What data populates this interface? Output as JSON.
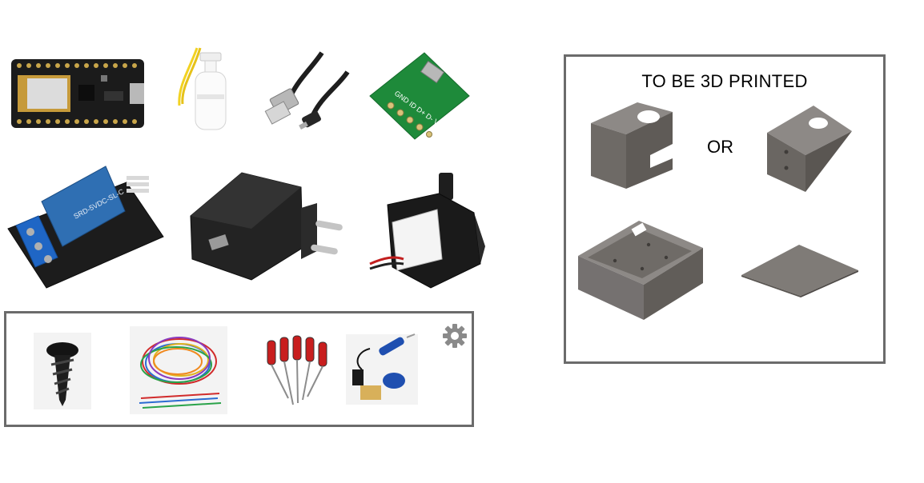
{
  "print_panel": {
    "title": "TO BE 3D PRINTED",
    "or_label": "OR"
  },
  "components": [
    {
      "name": "nodemcu-esp8266-board"
    },
    {
      "name": "float-level-switch"
    },
    {
      "name": "usb-to-micro-usb-cable"
    },
    {
      "name": "micro-usb-breakout-board",
      "pin_labels": "GND ID D+ D- VBUS"
    },
    {
      "name": "5v-relay-module",
      "relay_text": "SRD-5VDC-SL-C"
    },
    {
      "name": "usb-wall-charger"
    },
    {
      "name": "mini-water-pump"
    }
  ],
  "tools": [
    {
      "name": "screw"
    },
    {
      "name": "jumper-wires"
    },
    {
      "name": "screwdriver-set"
    },
    {
      "name": "soldering-iron-kit"
    }
  ],
  "icons": {
    "settings": "gear-icon"
  },
  "colors": {
    "frame": "#6b6b6b",
    "print_gray": "#6e6a66",
    "pcb_black": "#1c1c1c",
    "relay_blue": "#2f6fb3"
  }
}
